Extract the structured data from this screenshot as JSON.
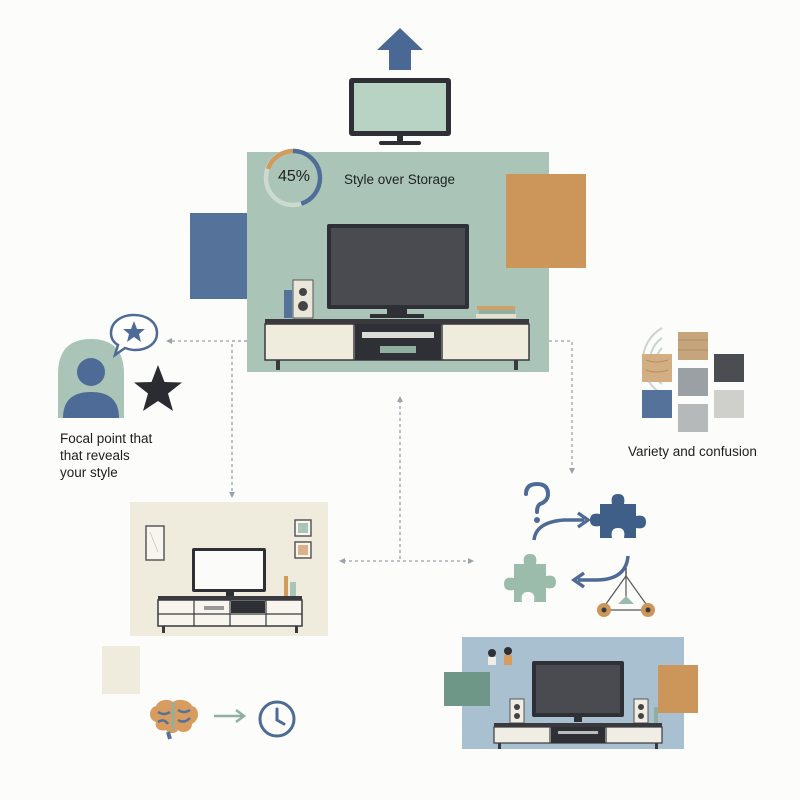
{
  "hero": {
    "percent_label": "45%",
    "percent_value": 0.45,
    "title": "Style over Storage"
  },
  "focal": {
    "lines": [
      "Focal point that",
      "that reveals",
      "your style"
    ]
  },
  "variety": {
    "label": "Variety and confusion"
  },
  "colors": {
    "sage": "#a9c4b6",
    "navy": "#54719a",
    "ochre": "#cc955a",
    "cream": "#efebdd",
    "light_blue": "#a7bfd0",
    "dark": "#2f3035",
    "arrow": "#9aa3ab"
  },
  "icons": [
    "up-arrow-icon",
    "tv-icon",
    "progress-ring-icon",
    "person-icon",
    "star-icon",
    "chat-star-icon",
    "question-icon",
    "puzzle-icon",
    "pendant-lamp-icon",
    "brain-icon",
    "clock-icon",
    "swatch-grid-icon"
  ]
}
